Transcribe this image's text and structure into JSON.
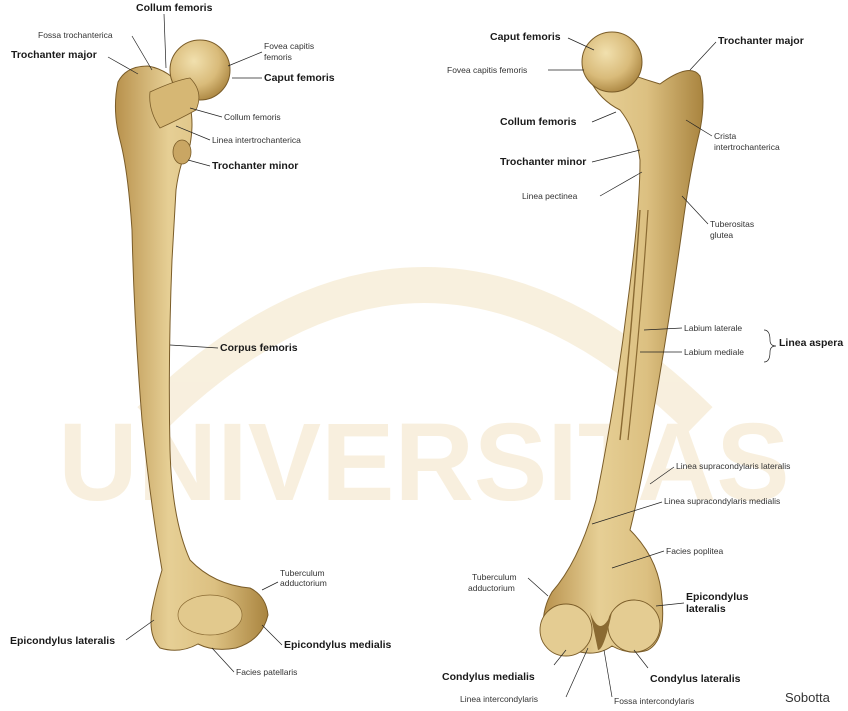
{
  "colors": {
    "bone_light": "#e8d29a",
    "bone_mid": "#cfae6a",
    "bone_dark": "#8a6a32",
    "watermark": "#e7c88a"
  },
  "watermark": {
    "text": "UNIVERSITAS"
  },
  "credit": "Sobotta",
  "anterior_labels": {
    "collum_femoris_top": "Collum femoris",
    "fossa_trochanterica": "Fossa trochanterica",
    "trochanter_major": "Trochanter major",
    "fovea_capitis_1": "Fovea capitis",
    "fovea_capitis_2": "femoris",
    "caput_femoris": "Caput femoris",
    "collum_femoris": "Collum femoris",
    "linea_intertrochanterica": "Linea intertrochanterica",
    "trochanter_minor": "Trochanter minor",
    "corpus_femoris": "Corpus femoris",
    "tuberculum_adductorium_1": "Tuberculum",
    "tuberculum_adductorium_2": "adductorium",
    "epicondylus_lateralis": "Epicondylus lateralis",
    "epicondylus_medialis": "Epicondylus medialis",
    "facies_patellaris": "Facies patellaris"
  },
  "posterior_labels": {
    "caput_femoris": "Caput femoris",
    "trochanter_major": "Trochanter major",
    "fovea_capitis": "Fovea capitis femoris",
    "collum_femoris": "Collum femoris",
    "crista_intertrochanterica_1": "Crista",
    "crista_intertrochanterica_2": "intertrochanterica",
    "trochanter_minor": "Trochanter minor",
    "linea_pectinea": "Linea pectinea",
    "tuberositas_glutea_1": "Tuberositas",
    "tuberositas_glutea_2": "glutea",
    "labium_laterale": "Labium laterale",
    "labium_mediale": "Labium mediale",
    "linea_aspera": "Linea aspera",
    "linea_supracondylaris_lateralis": "Linea supracondylaris lateralis",
    "linea_supracondylaris_medialis": "Linea supracondylaris medialis",
    "facies_poplitea": "Facies poplitea",
    "tuberculum_adductorium_1": "Tuberculum",
    "tuberculum_adductorium_2": "adductorium",
    "epicondylus_lateralis_1": "Epicondylus",
    "epicondylus_lateralis_2": "lateralis",
    "condylus_medialis": "Condylus medialis",
    "condylus_lateralis": "Condylus lateralis",
    "linea_intercondylaris": "Linea intercondylaris",
    "fossa_intercondylaris": "Fossa intercondylaris"
  }
}
